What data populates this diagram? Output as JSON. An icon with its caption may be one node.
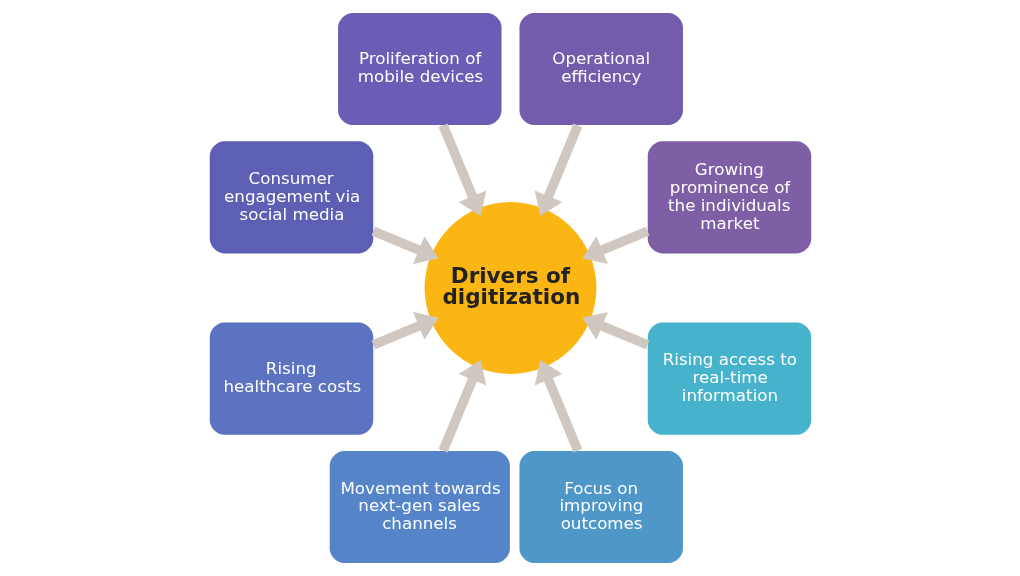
{
  "diagram": {
    "nodes": [
      {
        "text": [
          "Drivers of digitization"
        ]
      },
      {
        "text": [
          "Growing prominence of the individuals market"
        ]
      },
      {
        "text": [
          "Operational efficiency"
        ]
      },
      {
        "text": [
          "Proliferation of mobile devices"
        ]
      },
      {
        "text": [
          "Consumer engagement via social media"
        ]
      },
      {
        "text": [
          "Rising healthcare costs"
        ]
      },
      {
        "text": [
          "Movement towards next-gen sales channels"
        ]
      },
      {
        "text": [
          "Focus on improving outcomes"
        ]
      },
      {
        "text": [
          "Rising access to real-time information"
        ]
      }
    ],
    "edges": [
      {
        "from": 1,
        "to": 0,
        "arrow": "to"
      },
      {
        "from": 2,
        "to": 0,
        "arrow": "to"
      },
      {
        "from": 3,
        "to": 0,
        "arrow": "to"
      },
      {
        "from": 4,
        "to": 0,
        "arrow": "to"
      },
      {
        "from": 5,
        "to": 0,
        "arrow": "to"
      },
      {
        "from": 6,
        "to": 0,
        "arrow": "to"
      },
      {
        "from": 7,
        "to": 0,
        "arrow": "to"
      },
      {
        "from": 8,
        "to": 0,
        "arrow": "to"
      }
    ]
  }
}
